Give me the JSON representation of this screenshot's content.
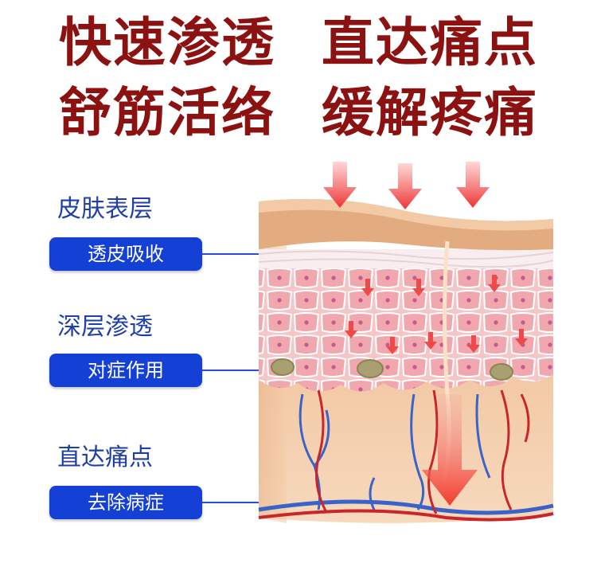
{
  "headline": {
    "line1_left": "快速渗透",
    "line1_right": "直达痛点",
    "line2_left": "舒筋活络",
    "line2_right": "缓解疼痛"
  },
  "layers": [
    {
      "label": "皮肤表层",
      "badge": "透皮吸收"
    },
    {
      "label": "深层渗透",
      "badge": "对症作用"
    },
    {
      "label": "直达痛点",
      "badge": "去除病症"
    }
  ],
  "colors": {
    "headline": "#8c1111",
    "label_text": "#1f3fa8",
    "badge_bg": "#1440d6",
    "badge_text": "#ffffff",
    "arrow": "#ef4a4a",
    "skin_surface": "#e5b58a",
    "dermis": "#f0c9a8",
    "cells": "#f3b2b8",
    "vein": "#3a63c9",
    "artery": "#c8262b"
  },
  "icons": [
    "down-arrow-icon",
    "skin-cross-section-illustration"
  ]
}
